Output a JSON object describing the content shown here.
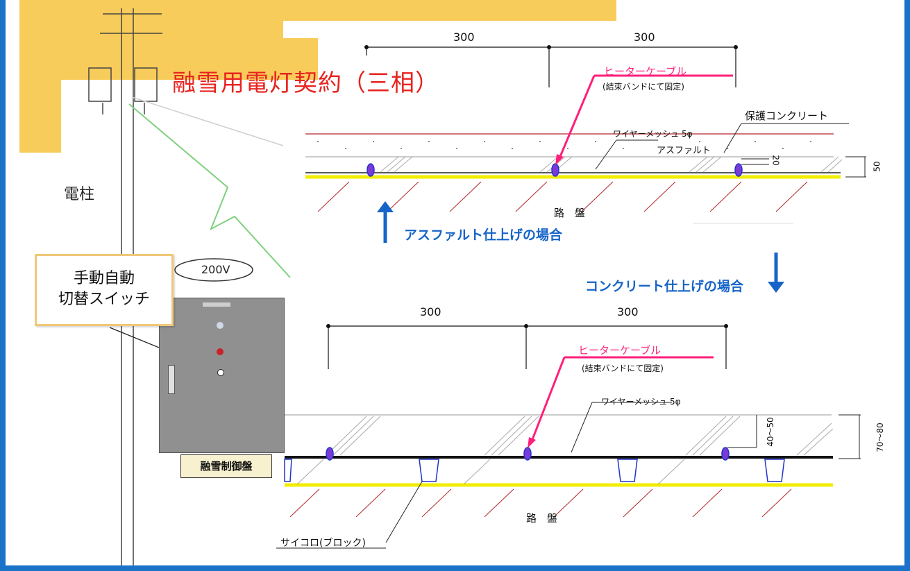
{
  "title": "融雪用電灯契約（三相）",
  "pole_label": "電柱",
  "voltage": "200V",
  "switch_callout": [
    "手動自動",
    "切替スイッチ"
  ],
  "panel_plate": "融雪制御盤",
  "asphalt_section": {
    "caption": "アスファルト仕上げの場合",
    "spacing_left": "300",
    "spacing_right": "300",
    "heater_cable": "ヒーターケーブル",
    "fixing": "(結束バンドにて固定)",
    "wire_mesh": "ワイヤーメッシュ 5φ",
    "protective_concrete": "保護コンクリート",
    "asphalt": "アスファルト",
    "cover_depth": "20",
    "thickness": "50",
    "subgrade": "路　盤"
  },
  "concrete_section": {
    "caption": "コンクリート仕上げの場合",
    "spacing_left": "300",
    "spacing_right": "300",
    "heater_cable": "ヒーターケーブル",
    "fixing": "(結束バンドにて固定)",
    "wire_mesh": "ワイヤーメッシュ 5φ",
    "cover_depth": "40～50",
    "thickness": "70～80",
    "spacer_block": "サイコロ(ブロック)",
    "subgrade": "路　盤"
  },
  "colors": {
    "frame": "#1a73c8",
    "title": "#e8231f",
    "heater_cable": "#ff1f7a",
    "caption": "#1664c8",
    "base_line": "#f2ec00",
    "highlight": "#f8cc5a"
  },
  "icons": [
    "up-arrow-icon",
    "down-arrow-icon",
    "lightning-icon"
  ]
}
